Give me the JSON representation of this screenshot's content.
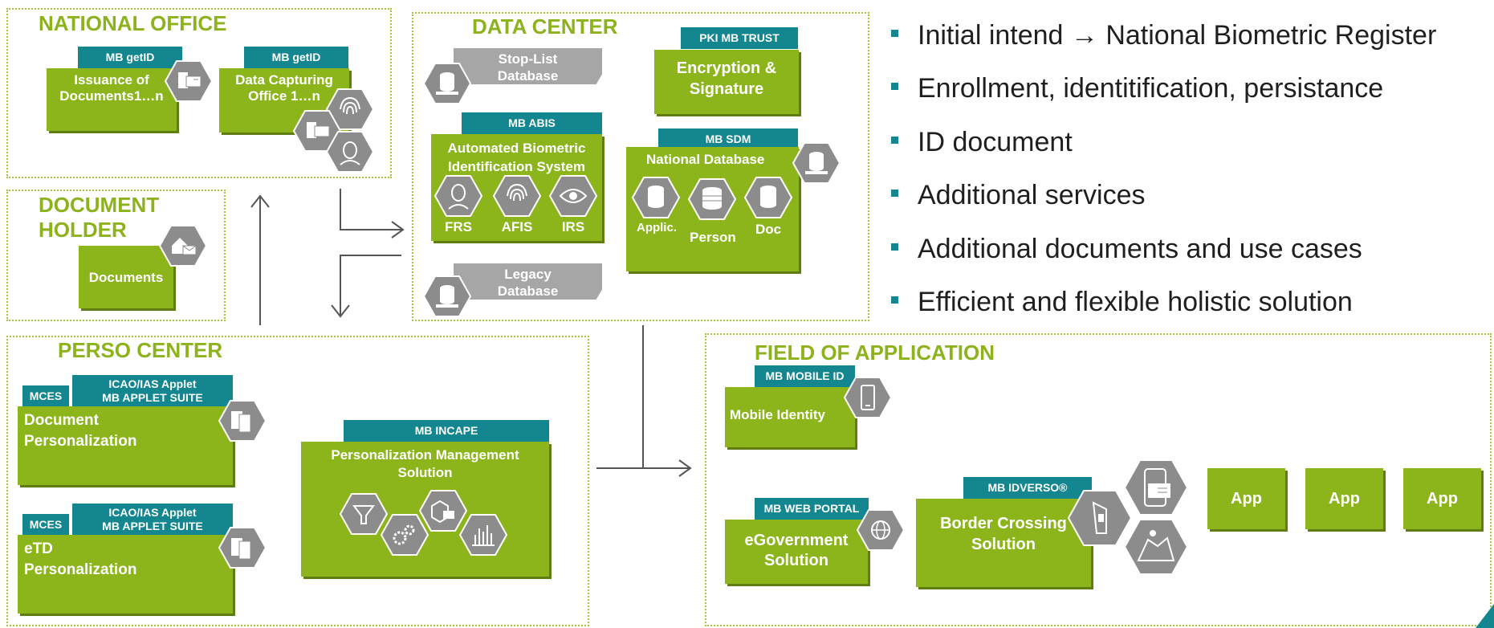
{
  "regions": {
    "national_office": "NATIONAL OFFICE",
    "data_center": "DATA CENTER",
    "document_holder": "DOCUMENT\nHOLDER",
    "perso_center": "PERSO CENTER",
    "field_of_application": "FIELD OF APPLICATION"
  },
  "national_office": {
    "issuance": {
      "tag": "MB getID",
      "label": "Issuance of\nDocuments1…n"
    },
    "capturing": {
      "tag": "MB getID",
      "label": "Data Capturing\nOffice 1…n"
    }
  },
  "document_holder": {
    "label": "Documents"
  },
  "data_center": {
    "stoplist": "Stop-List\nDatabase",
    "legacy": "Legacy\nDatabase",
    "pki": {
      "tag": "PKI MB TRUST",
      "label": "Encryption &\nSignature"
    },
    "abis": {
      "tag": "MB ABIS",
      "label": "Automated Biometric\nIdentification System",
      "items": [
        "FRS",
        "AFIS",
        "IRS"
      ]
    },
    "sdm": {
      "tag": "MB SDM",
      "label": "National Database",
      "items": [
        "Applic.",
        "Person",
        "Doc"
      ]
    }
  },
  "perso_center": {
    "doc_perso": {
      "mces": "MCES",
      "tag": "ICAO/IAS Applet\nMB APPLET SUITE",
      "label": "Document\nPersonalization"
    },
    "etd_perso": {
      "mces": "MCES",
      "tag": "ICAO/IAS Applet\nMB APPLET SUITE",
      "label": "eTD\nPersonalization"
    },
    "incape": {
      "tag": "MB INCAPE",
      "label": "Personalization Management\nSolution"
    }
  },
  "field": {
    "mobile": {
      "tag": "MB MOBILE ID",
      "label": "Mobile Identity"
    },
    "egov": {
      "tag": "MB WEB PORTAL",
      "label": "eGovernment\nSolution"
    },
    "border": {
      "tag": "MB IDVERSO®",
      "label": "Border Crossing\nSolution"
    },
    "apps": [
      "App",
      "App",
      "App"
    ]
  },
  "bullets": [
    "Initial intend → National Biometric Register",
    "Enrollment, identitification, persistance",
    "ID document",
    "Additional services",
    "Additional documents and use cases",
    "Efficient and flexible holistic solution"
  ],
  "colors": {
    "green": "#8cb51c",
    "teal": "#13868f",
    "gray_hex": "#8c8c8c",
    "region_border": "#a4c43a"
  }
}
